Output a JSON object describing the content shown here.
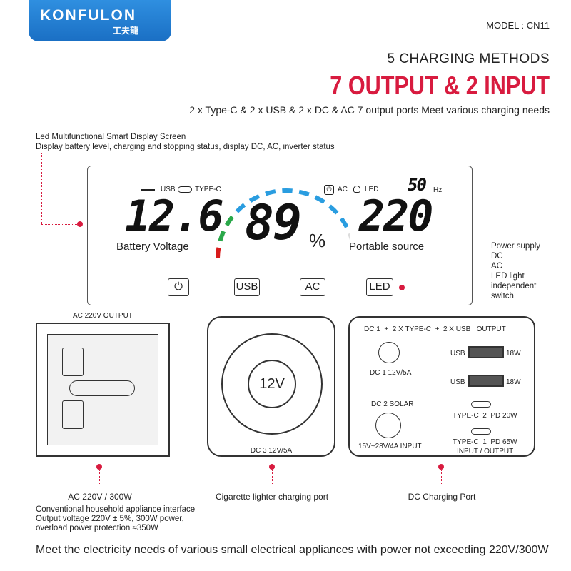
{
  "logo": {
    "brand": "KONFULON",
    "chinese": "工夫龍"
  },
  "header": {
    "model": "MODEL : CN11",
    "methods": "5 CHARGING METHODS",
    "headline": "7 OUTPUT & 2 INPUT",
    "subtitle": "2 x Type-C & 2 x USB & 2 x DC & AC 7 output ports Meet various charging needs"
  },
  "display_note": {
    "line1": "Led Multifunctional Smart Display Screen",
    "line2": "Display battery level, charging and stopping status, display DC, AC, inverter status"
  },
  "display": {
    "usb_label": "USB",
    "typec_label": "TYPE-C",
    "voltage": "12.6",
    "voltage_label": "Battery Voltage",
    "percent": "89",
    "percent_unit": "%",
    "battery_level_percent": 89,
    "ac_label": "AC",
    "led_label": "LED",
    "hz": "50",
    "hz_unit": "Hz",
    "output_voltage": "220",
    "output_label": "Portable source",
    "buttons": [
      "USB",
      "AC",
      "LED"
    ]
  },
  "switch_note": [
    "Power supply",
    "DC",
    "AC",
    "LED light",
    "independent",
    "switch"
  ],
  "ac_panel": {
    "title": "AC 220V OUTPUT"
  },
  "cig_panel": {
    "socket": "12V",
    "label": "DC 3 12V/5A"
  },
  "dc_panel": {
    "title": "DC 1  +  2 X TYPE-C  +  2 X USB   OUTPUT",
    "dc1": "DC 1 12V/5A",
    "usb1": "USB",
    "usb1_w": "18W",
    "usb2": "USB",
    "usb2_w": "18W",
    "solar": "DC 2 SOLAR",
    "solar_input": "15V~28V/4A INPUT",
    "typec2": "TYPE-C  2  PD 20W",
    "typec1": "TYPE-C  1  PD 65W",
    "typec1_sub": "INPUT / OUTPUT"
  },
  "captions": {
    "ac_title": "AC 220V / 300W",
    "ac_lines": [
      "Conventional household appliance interface",
      "Output voltage 220V ± 5%, 300W power,",
      "overload power protection ≈350W"
    ],
    "cig": "Cigarette lighter charging port",
    "dc": "DC Charging Port"
  },
  "footer": "Meet the electricity needs of various small electrical appliances with power not exceeding 220V/300W",
  "colors": {
    "accent": "#d81b3f",
    "logo_blue": "#1f7bd0",
    "gauge_blue": "#2a9de0",
    "gauge_green": "#2aa84a",
    "gauge_red": "#d81b1b"
  }
}
